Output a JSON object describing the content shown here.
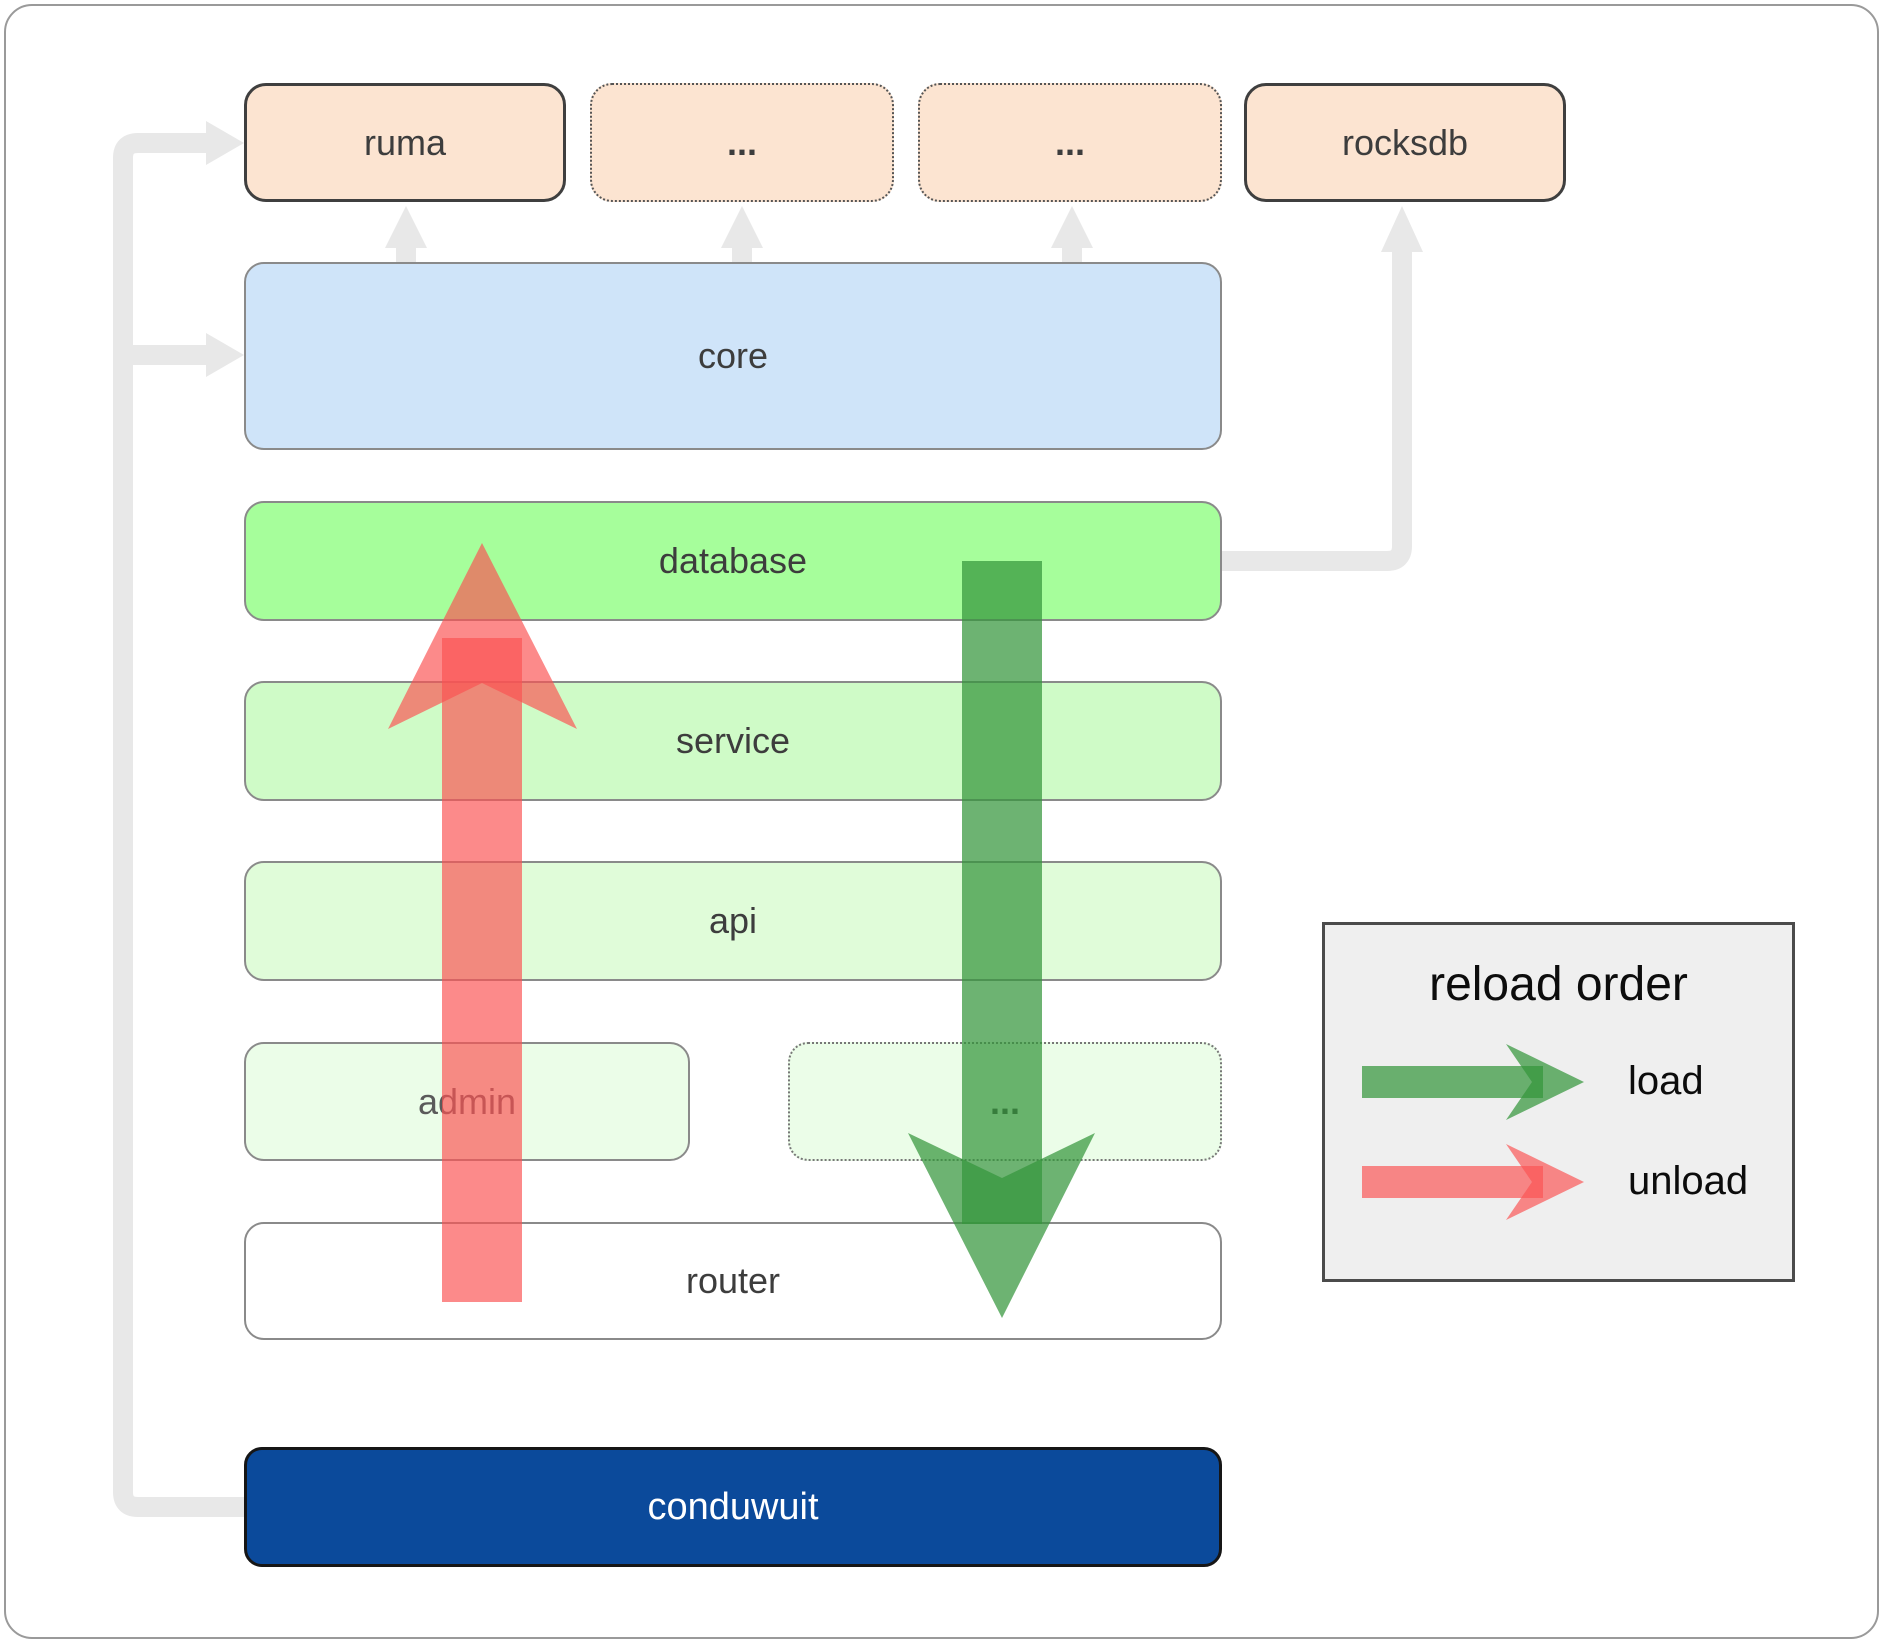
{
  "colors": {
    "peach": "#fce4d1",
    "blue": "#cfe4f9",
    "db-green": "#a6fe9b",
    "service-green": "#cffbc7",
    "api-green": "#e0fcd9",
    "faint-green": "#ebfde8",
    "router-white": "#ffffff",
    "conduwuit-navy": "#0b4a9b",
    "legend-bg": "#efefef",
    "connector-gray": "#e8e8e8",
    "label-dark": "#3d3d3d",
    "load-green": "rgba(52,150,59,0.72)",
    "unload-red": "rgba(250,82,82,0.68)"
  },
  "nodes": {
    "ruma": {
      "label": "ruma"
    },
    "deps_more_1": {
      "label": "..."
    },
    "deps_more_2": {
      "label": "..."
    },
    "rocksdb": {
      "label": "rocksdb"
    },
    "core": {
      "label": "core"
    },
    "database": {
      "label": "database"
    },
    "service": {
      "label": "service"
    },
    "api": {
      "label": "api"
    },
    "admin": {
      "label": "admin"
    },
    "crates_more": {
      "label": "..."
    },
    "router": {
      "label": "router"
    },
    "conduwuit": {
      "label": "conduwuit"
    }
  },
  "legend": {
    "title": "reload order",
    "items": [
      {
        "label": "load",
        "color": "green"
      },
      {
        "label": "unload",
        "color": "red"
      }
    ]
  }
}
